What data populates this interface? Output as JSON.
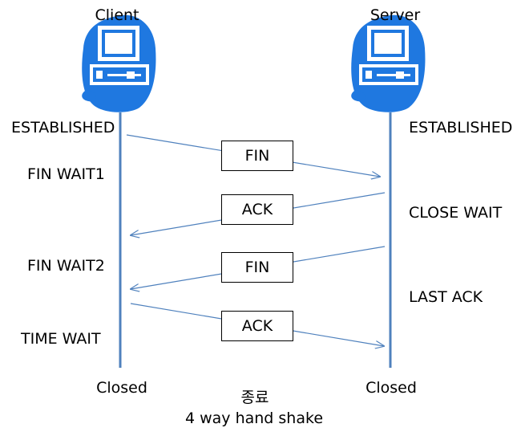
{
  "hosts": {
    "client": {
      "name": "Client",
      "icon": "computer-icon",
      "closed": "Closed"
    },
    "server": {
      "name": "Server",
      "icon": "computer-icon",
      "closed": "Closed"
    }
  },
  "client_states": [
    "ESTABLISHED",
    "FIN WAIT1",
    "FIN WAIT2",
    "TIME WAIT"
  ],
  "server_states": [
    "ESTABLISHED",
    "CLOSE WAIT",
    "LAST ACK"
  ],
  "messages": [
    {
      "label": "FIN",
      "direction": "client-to-server"
    },
    {
      "label": "ACK",
      "direction": "server-to-client"
    },
    {
      "label": "FIN",
      "direction": "server-to-client"
    },
    {
      "label": "ACK",
      "direction": "client-to-server"
    }
  ],
  "caption": {
    "title": "종료",
    "subtitle": "4 way hand shake"
  },
  "colors": {
    "lifeline": "#4f81bd",
    "arrow": "#4f81bd",
    "computer_blue": "#1f78e0",
    "box_border": "#000000"
  }
}
